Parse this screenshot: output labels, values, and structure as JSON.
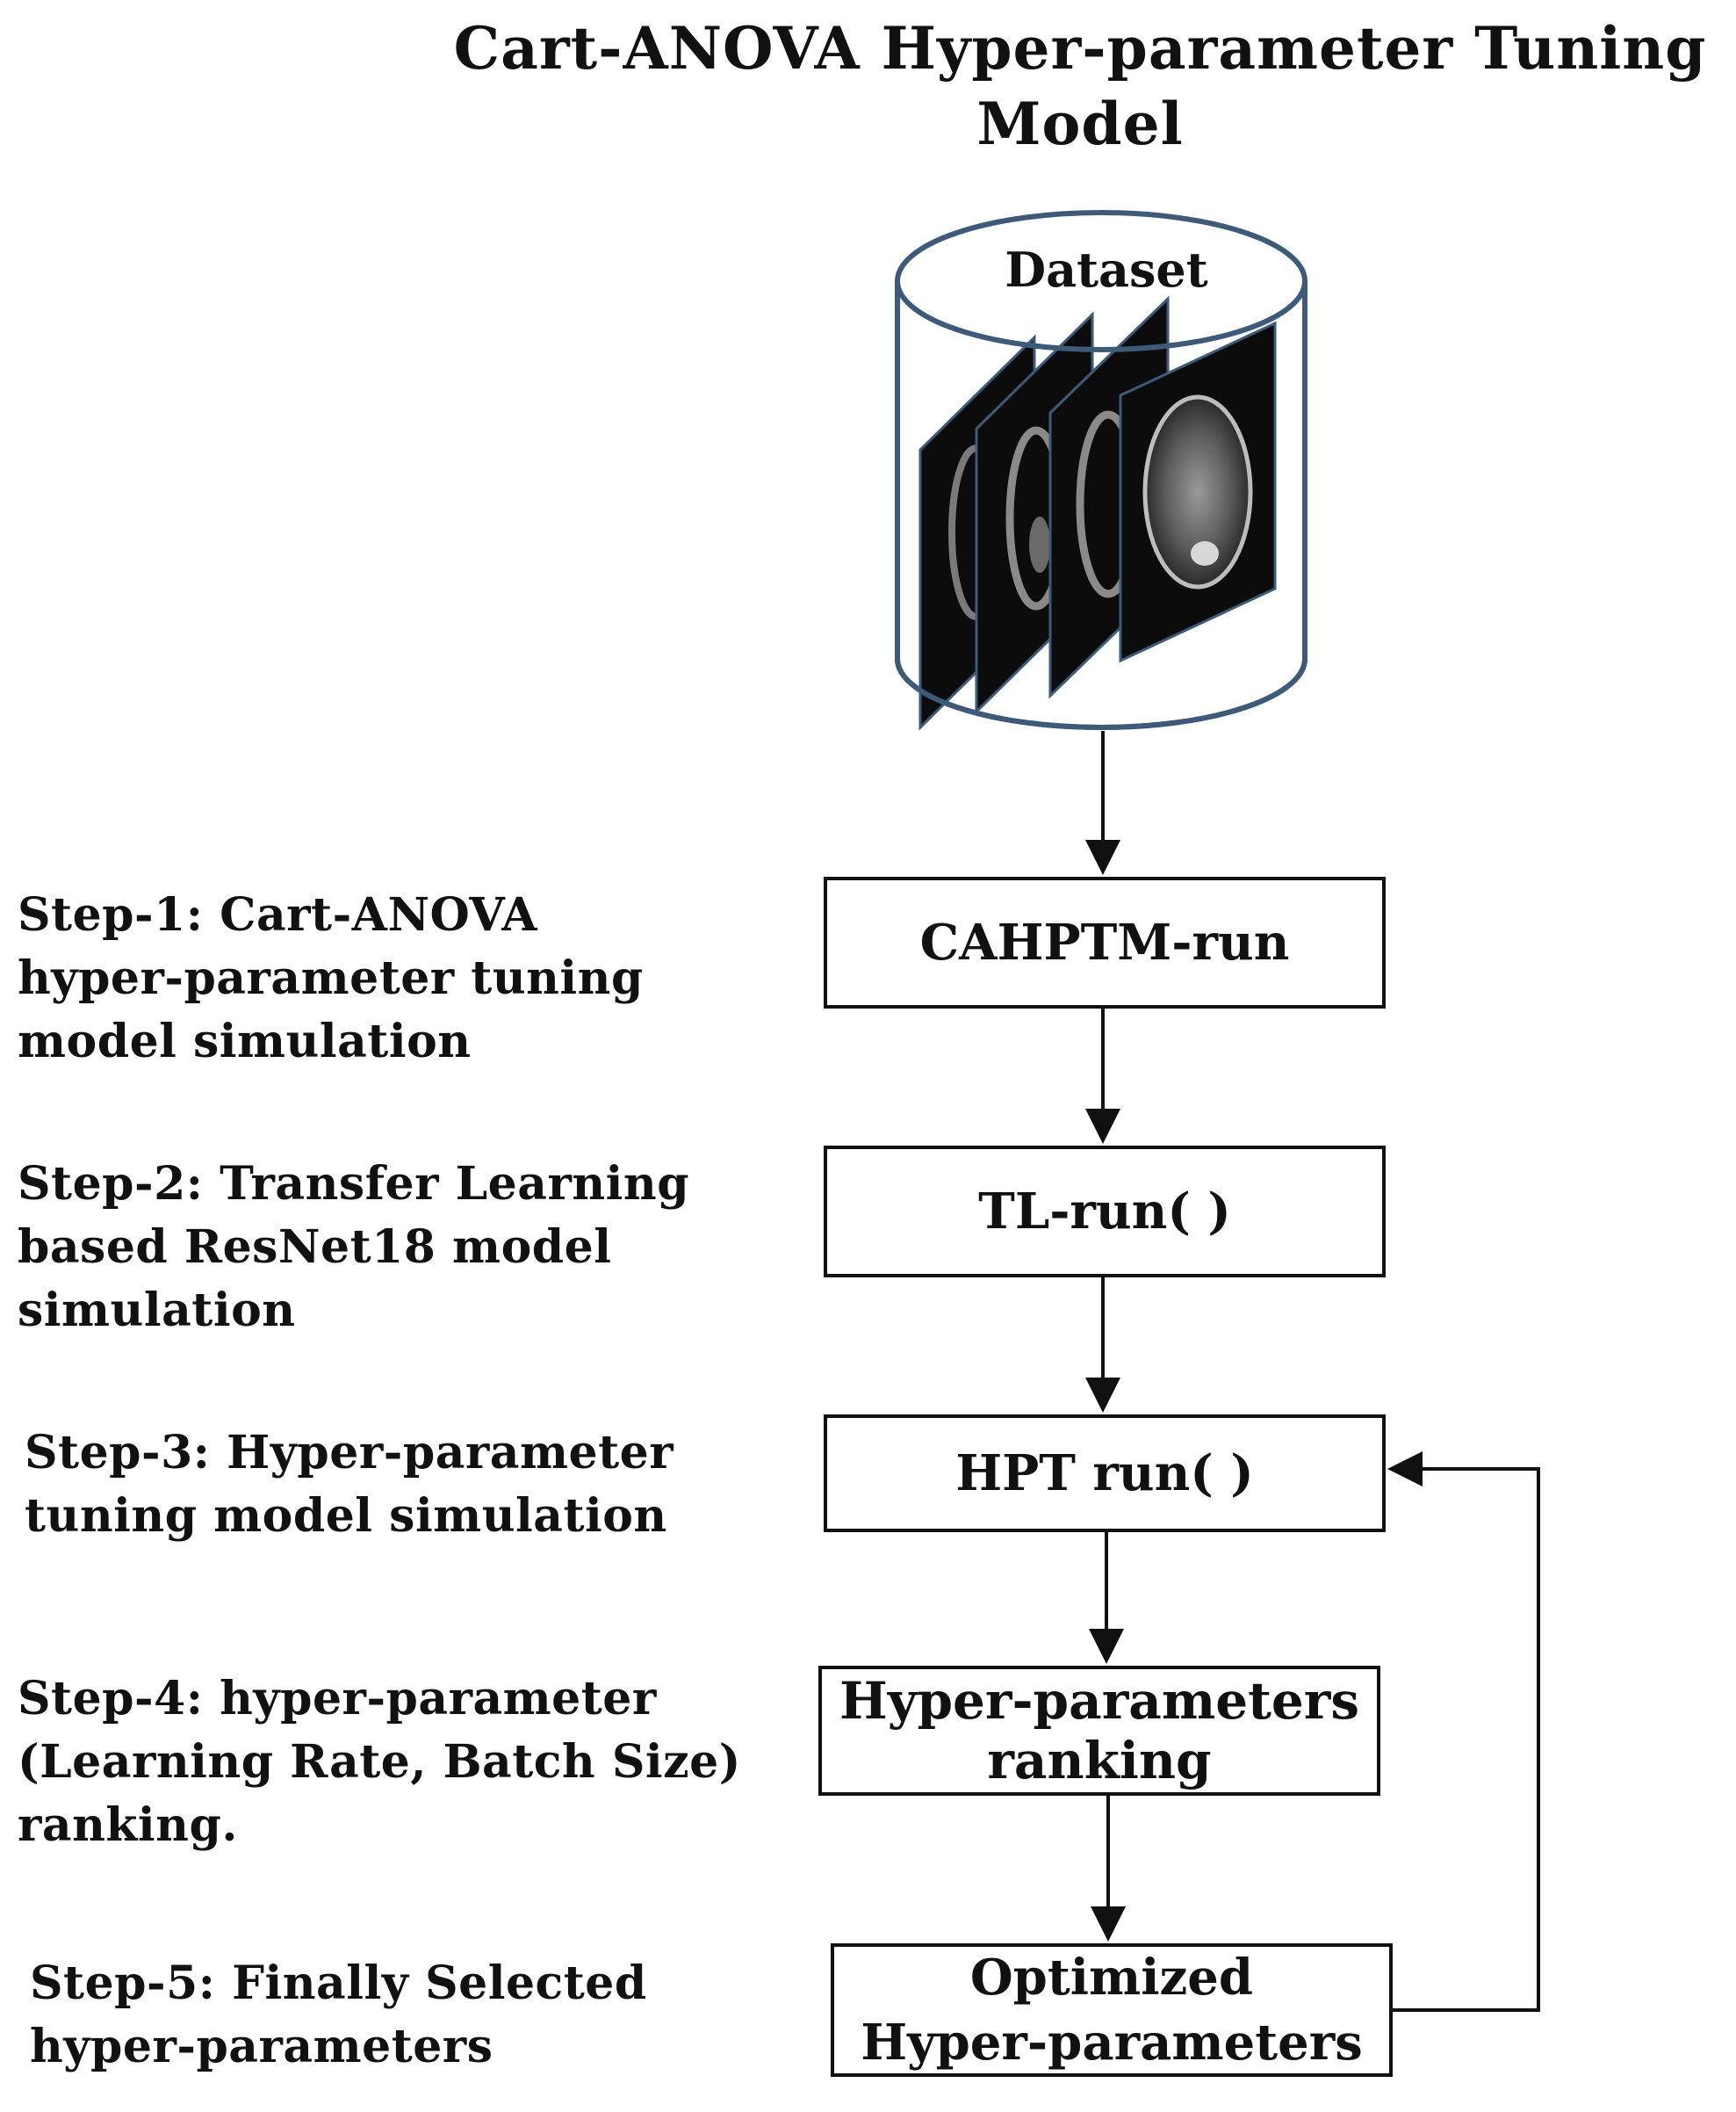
{
  "title": {
    "line1": "Cart-ANOVA Hyper-parameter Tuning",
    "line2": "Model"
  },
  "dataset": {
    "label": "Dataset"
  },
  "boxes": {
    "cahptm_run": "CAHPTM-run",
    "tl_run": "TL-run( )",
    "hpt_run": "HPT run( )",
    "ranking": {
      "line1": "Hyper-parameters",
      "line2": "ranking"
    },
    "optimized": {
      "line1": "Optimized",
      "line2": "Hyper-parameters"
    }
  },
  "steps": {
    "step1": "Step-1: Cart-ANOVA\nhyper-parameter tuning\nmodel simulation",
    "step2": "Step-2: Transfer Learning\nbased ResNet18 model\nsimulation",
    "step3": "Step-3: Hyper-parameter\ntuning model simulation",
    "step4": "Step-4: hyper-parameter\n(Learning Rate, Batch Size)\nranking.",
    "step5": "Step-5: Finally Selected\nhyper-parameters"
  },
  "colors": {
    "cylinder_stroke": "#3d5a78",
    "line": "#111111",
    "slice_background": "#0c0c0c"
  }
}
